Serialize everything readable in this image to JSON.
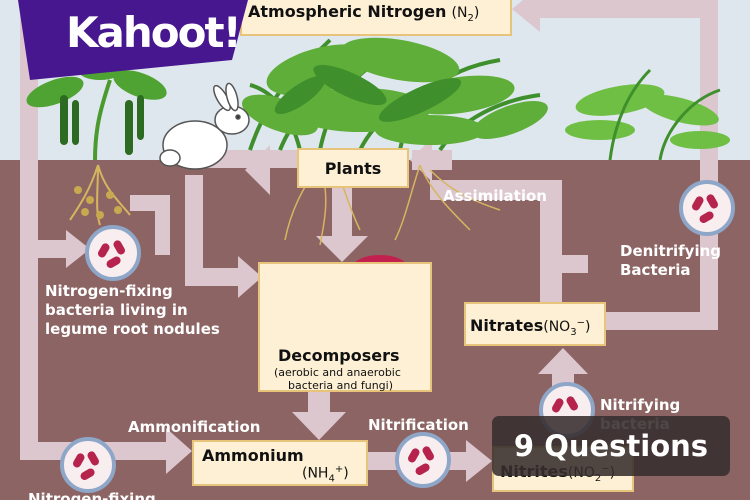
{
  "branding": {
    "logo_text": "Kahoot!"
  },
  "badge": {
    "questions": "9 Questions"
  },
  "diagram": {
    "atmospheric": {
      "name": "Atmospheric Nitrogen",
      "formula": "N",
      "sub": "2",
      "close": ")"
    },
    "plants": "Plants",
    "decomposers": {
      "title": "Decomposers",
      "desc_line1": "(aerobic and anaerobic",
      "desc_line2": "bacteria and fungi)"
    },
    "ammonium": {
      "name": "Ammonium",
      "formula": "(NH",
      "sub": "4",
      "sup": "+",
      "close": ")"
    },
    "nitrites": {
      "name": "Nitrites",
      "formula": "(NO",
      "sub": "2",
      "sup": "−",
      "close": ")"
    },
    "nitrates": {
      "name": "Nitrates",
      "formula": "(NO",
      "sub": "3",
      "sup": "−",
      "close": ")"
    },
    "labels": {
      "assimilation": "Assimilation",
      "denitrifying_1": "Denitrifying",
      "denitrifying_2": "Bacteria",
      "fixing_1": "Nitrogen-fixing",
      "fixing_2": "bacteria living in",
      "fixing_3": "legume root nodules",
      "ammonification": "Ammonification",
      "nitrification": "Nitrification",
      "nitrifying_1": "Nitrifying",
      "nitrifying_2": "bacteria",
      "fixing_bottom": "Nitrogen-fixing"
    }
  },
  "colors": {
    "sky": "#dfe7ee",
    "soil": "#8c6464",
    "arrow": "#dcc7cf",
    "box_fill": "#fdf0d5",
    "box_border": "#e8c47a",
    "kahoot_purple": "#46178f",
    "badge_bg": "#372d2d"
  }
}
